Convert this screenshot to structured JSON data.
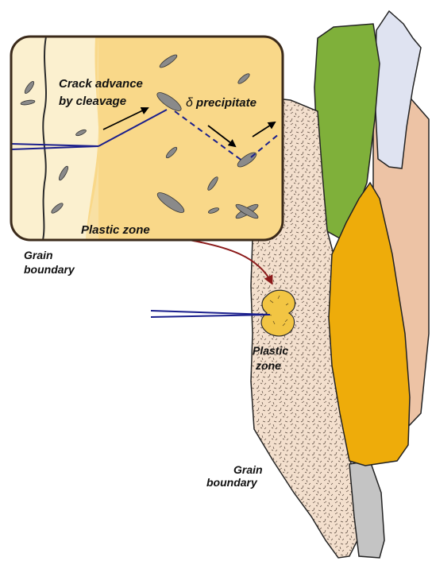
{
  "labels": {
    "crack_advance_line1": "Crack advance",
    "crack_advance_line2": "by cleavage",
    "delta_symbol": "δ",
    "precipitate": " precipitate",
    "plastic_zone_inset": "Plastic zone",
    "grain_boundary_left_line1": "Grain",
    "grain_boundary_left_line2": "boundary",
    "plastic_zone_main_line1": "Plastic",
    "plastic_zone_main_line2": "zone",
    "grain_boundary_bottom_line1": "Grain",
    "grain_boundary_bottom_line2": "boundary"
  },
  "colors": {
    "inset_background": "#f9d889",
    "inset_grain_region": "#fbf0cf",
    "inset_border": "#3b2a1a",
    "grain_speckled": "#f3dfcd",
    "grain_green": "#7fb03a",
    "grain_lightblue": "#dfe3f1",
    "grain_salmon": "#edc3a5",
    "grain_gold": "#eeac0a",
    "grain_grey": "#c4c4c4",
    "plastic_zone_blob": "#f2c543",
    "crack_line": "#1a1e8c",
    "precipitate": "#8a8a8a",
    "callout_arrow": "#8b1a1a"
  }
}
